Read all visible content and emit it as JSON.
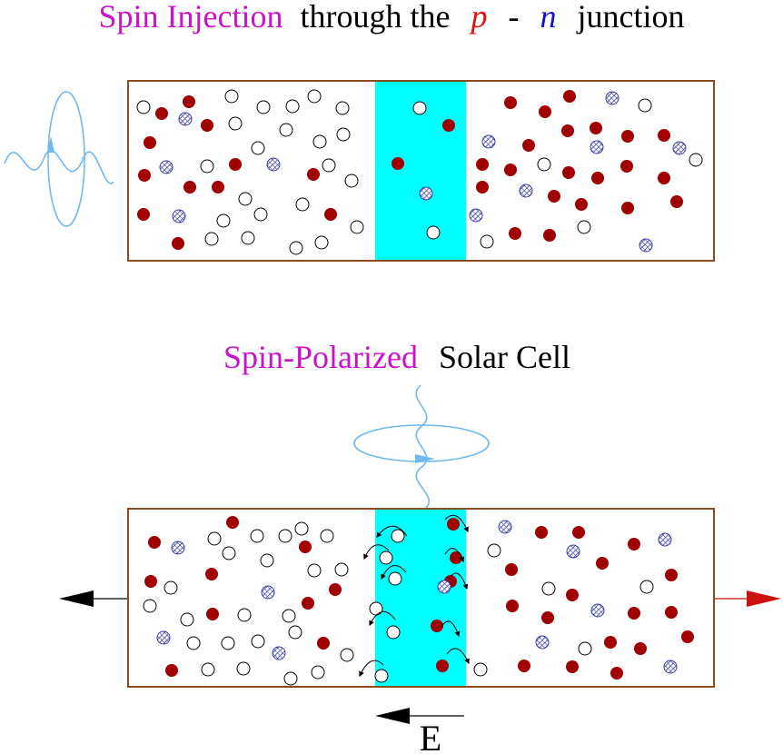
{
  "top": {
    "title": {
      "part1": "Spin Injection",
      "part2": "through the",
      "p": "p",
      "dash": "-",
      "n": "n",
      "part3": "junction"
    }
  },
  "bottom": {
    "title": {
      "part1": "Spin-Polarized",
      "part2": "Solar Cell"
    },
    "field_label": "E"
  },
  "colors": {
    "magenta": "#cc11cc",
    "red_italic": "#e01010",
    "blue_italic": "#1010d0",
    "box_border": "#8b4a1a",
    "junction": "#00ffff",
    "filled_particle": "#a00000",
    "hatched_particle": "#3a3aa8",
    "light_wave": "#70b8f0",
    "right_arrow": "#cc1111"
  },
  "legend_icons": {
    "filled": "filled-electron-icon",
    "hollow": "hollow-hole-icon",
    "hatched": "spin-polarized-particle-icon"
  }
}
